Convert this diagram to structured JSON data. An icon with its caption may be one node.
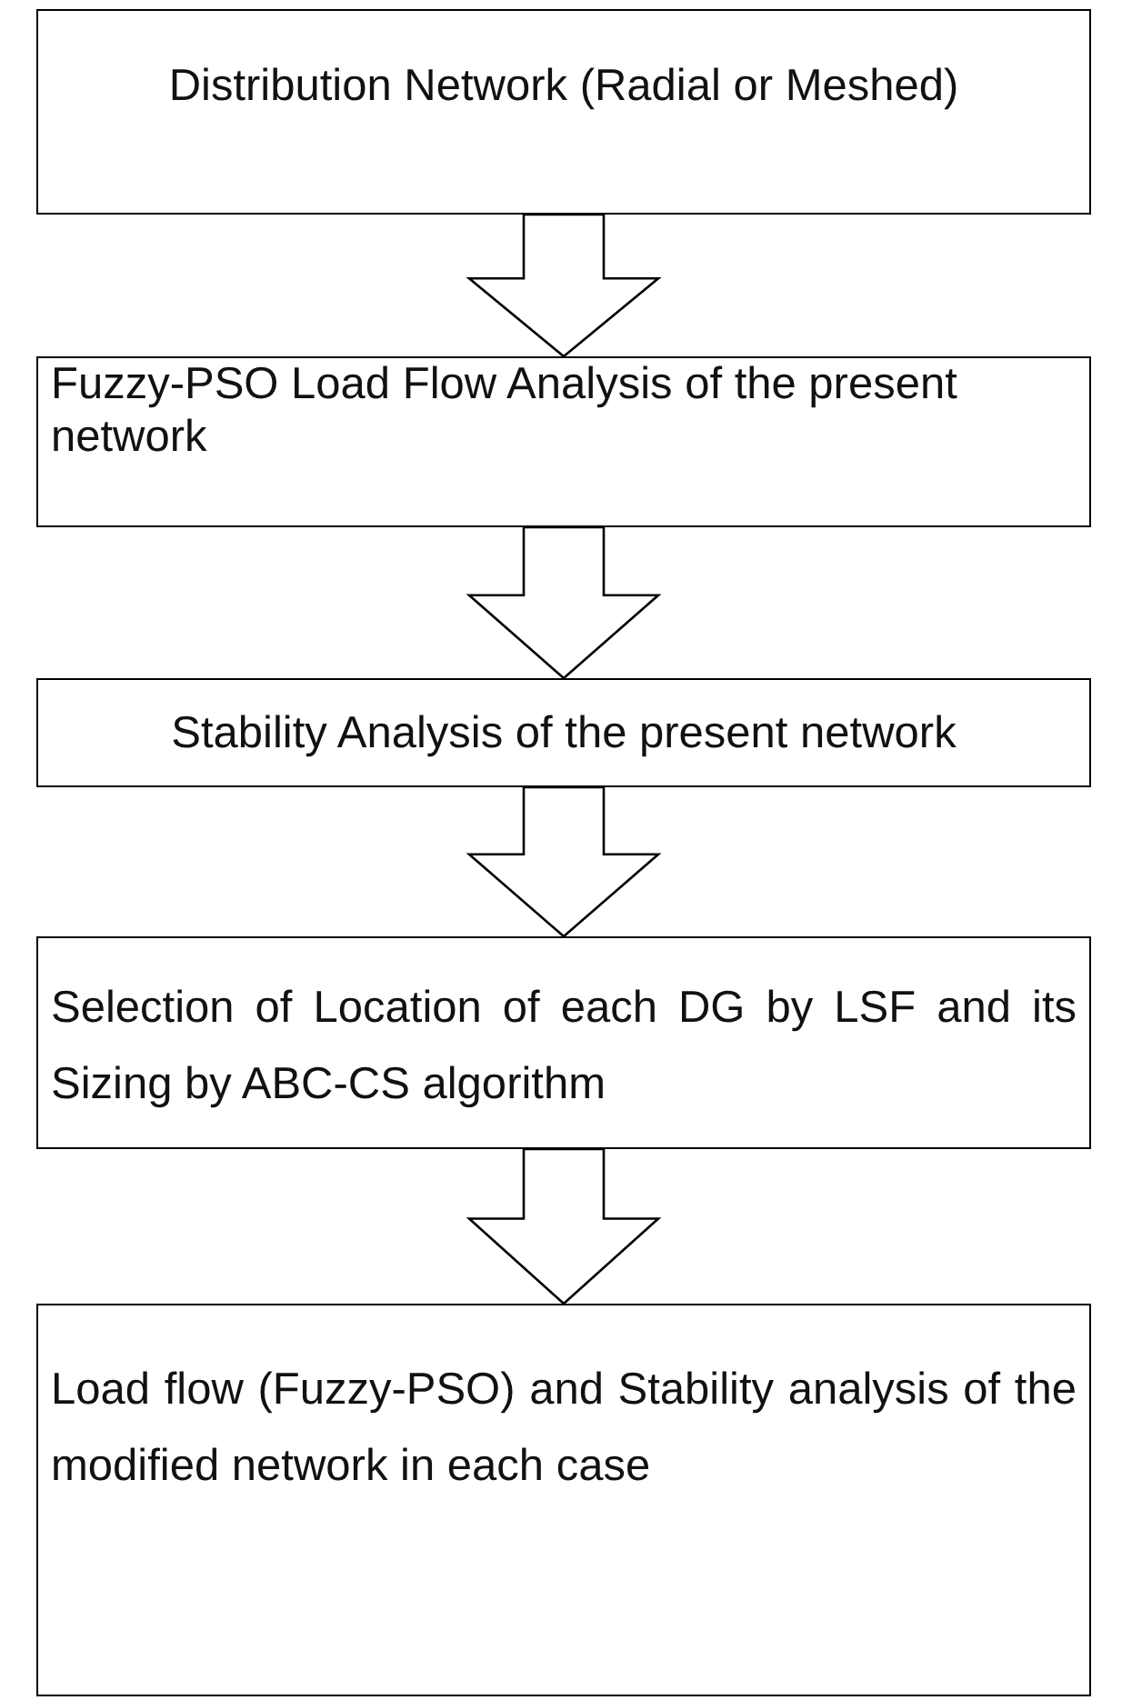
{
  "diagram": {
    "nodes": [
      {
        "text": [
          "Distribution Network (Radial or Meshed)"
        ]
      },
      {
        "text": [
          "Fuzzy-PSO Load Flow Analysis of the present network"
        ]
      },
      {
        "text": [
          "Stability Analysis of the present network"
        ]
      },
      {
        "text": [
          "Selection of Location of each DG by LSF and its Sizing by ABC-CS algorithm"
        ]
      },
      {
        "text": [
          "Load flow (Fuzzy-PSO) and Stability analysis of the modified network in each case"
        ]
      }
    ],
    "edges": [
      {
        "from": 0,
        "to": 1,
        "arrow": "to"
      },
      {
        "from": 1,
        "to": 2,
        "arrow": "to"
      },
      {
        "from": 2,
        "to": 3,
        "arrow": "to"
      },
      {
        "from": 3,
        "to": 4,
        "arrow": "to"
      }
    ]
  }
}
